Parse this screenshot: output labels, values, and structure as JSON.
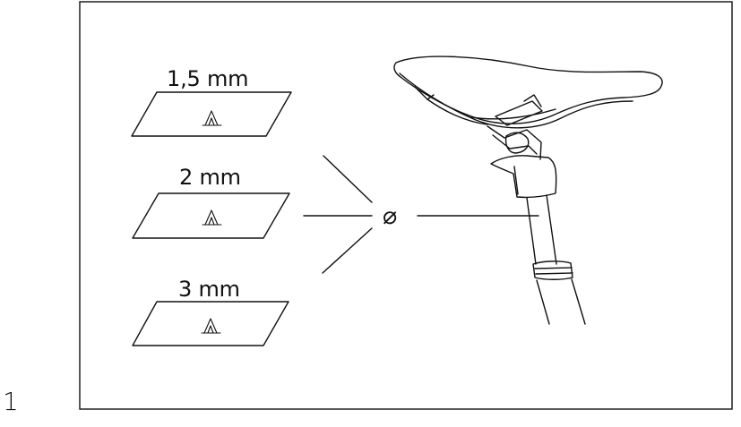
{
  "figure": {
    "number": "1",
    "diameter_symbol": "⌀"
  },
  "shims": [
    {
      "label": "1,5 mm",
      "icon": "logo-icon"
    },
    {
      "label": "2 mm",
      "icon": "logo-icon"
    },
    {
      "label": "3 mm",
      "icon": "logo-icon"
    }
  ]
}
